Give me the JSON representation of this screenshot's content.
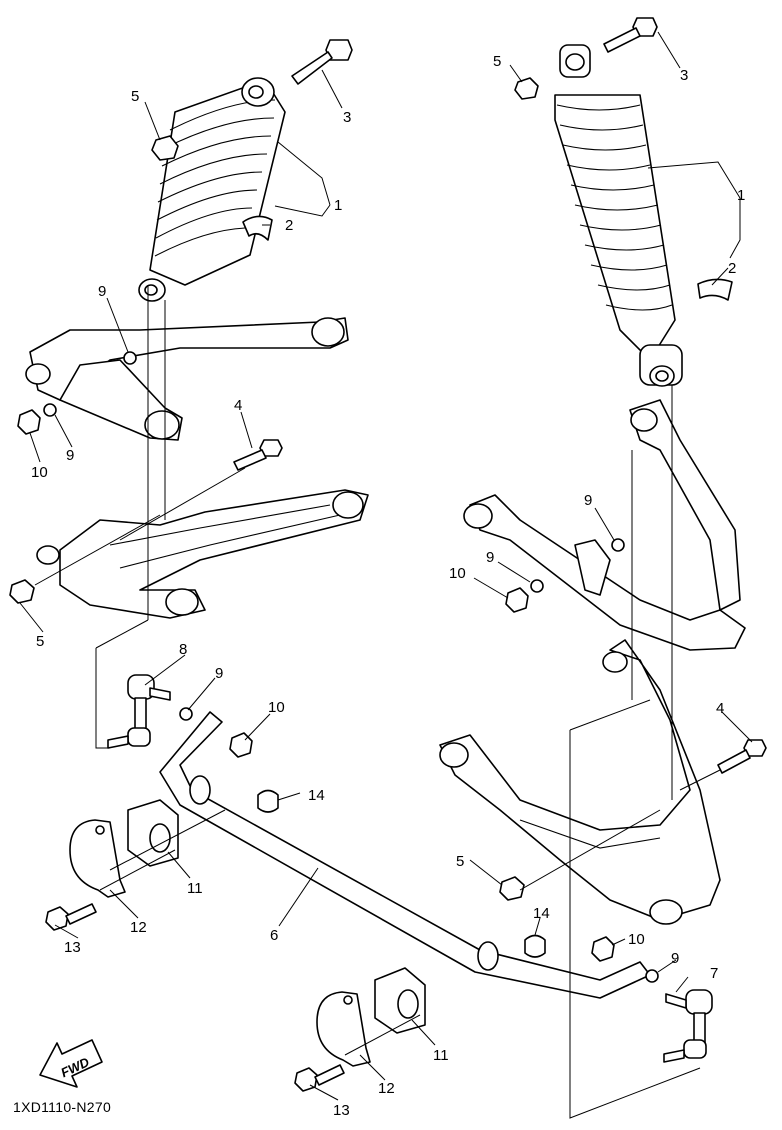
{
  "diagram_code": "1XD1110-N270",
  "fwd_label": "FWD",
  "callouts": [
    "1",
    "2",
    "3",
    "4",
    "5",
    "6",
    "7",
    "8",
    "9",
    "10",
    "11",
    "12",
    "13",
    "14"
  ]
}
